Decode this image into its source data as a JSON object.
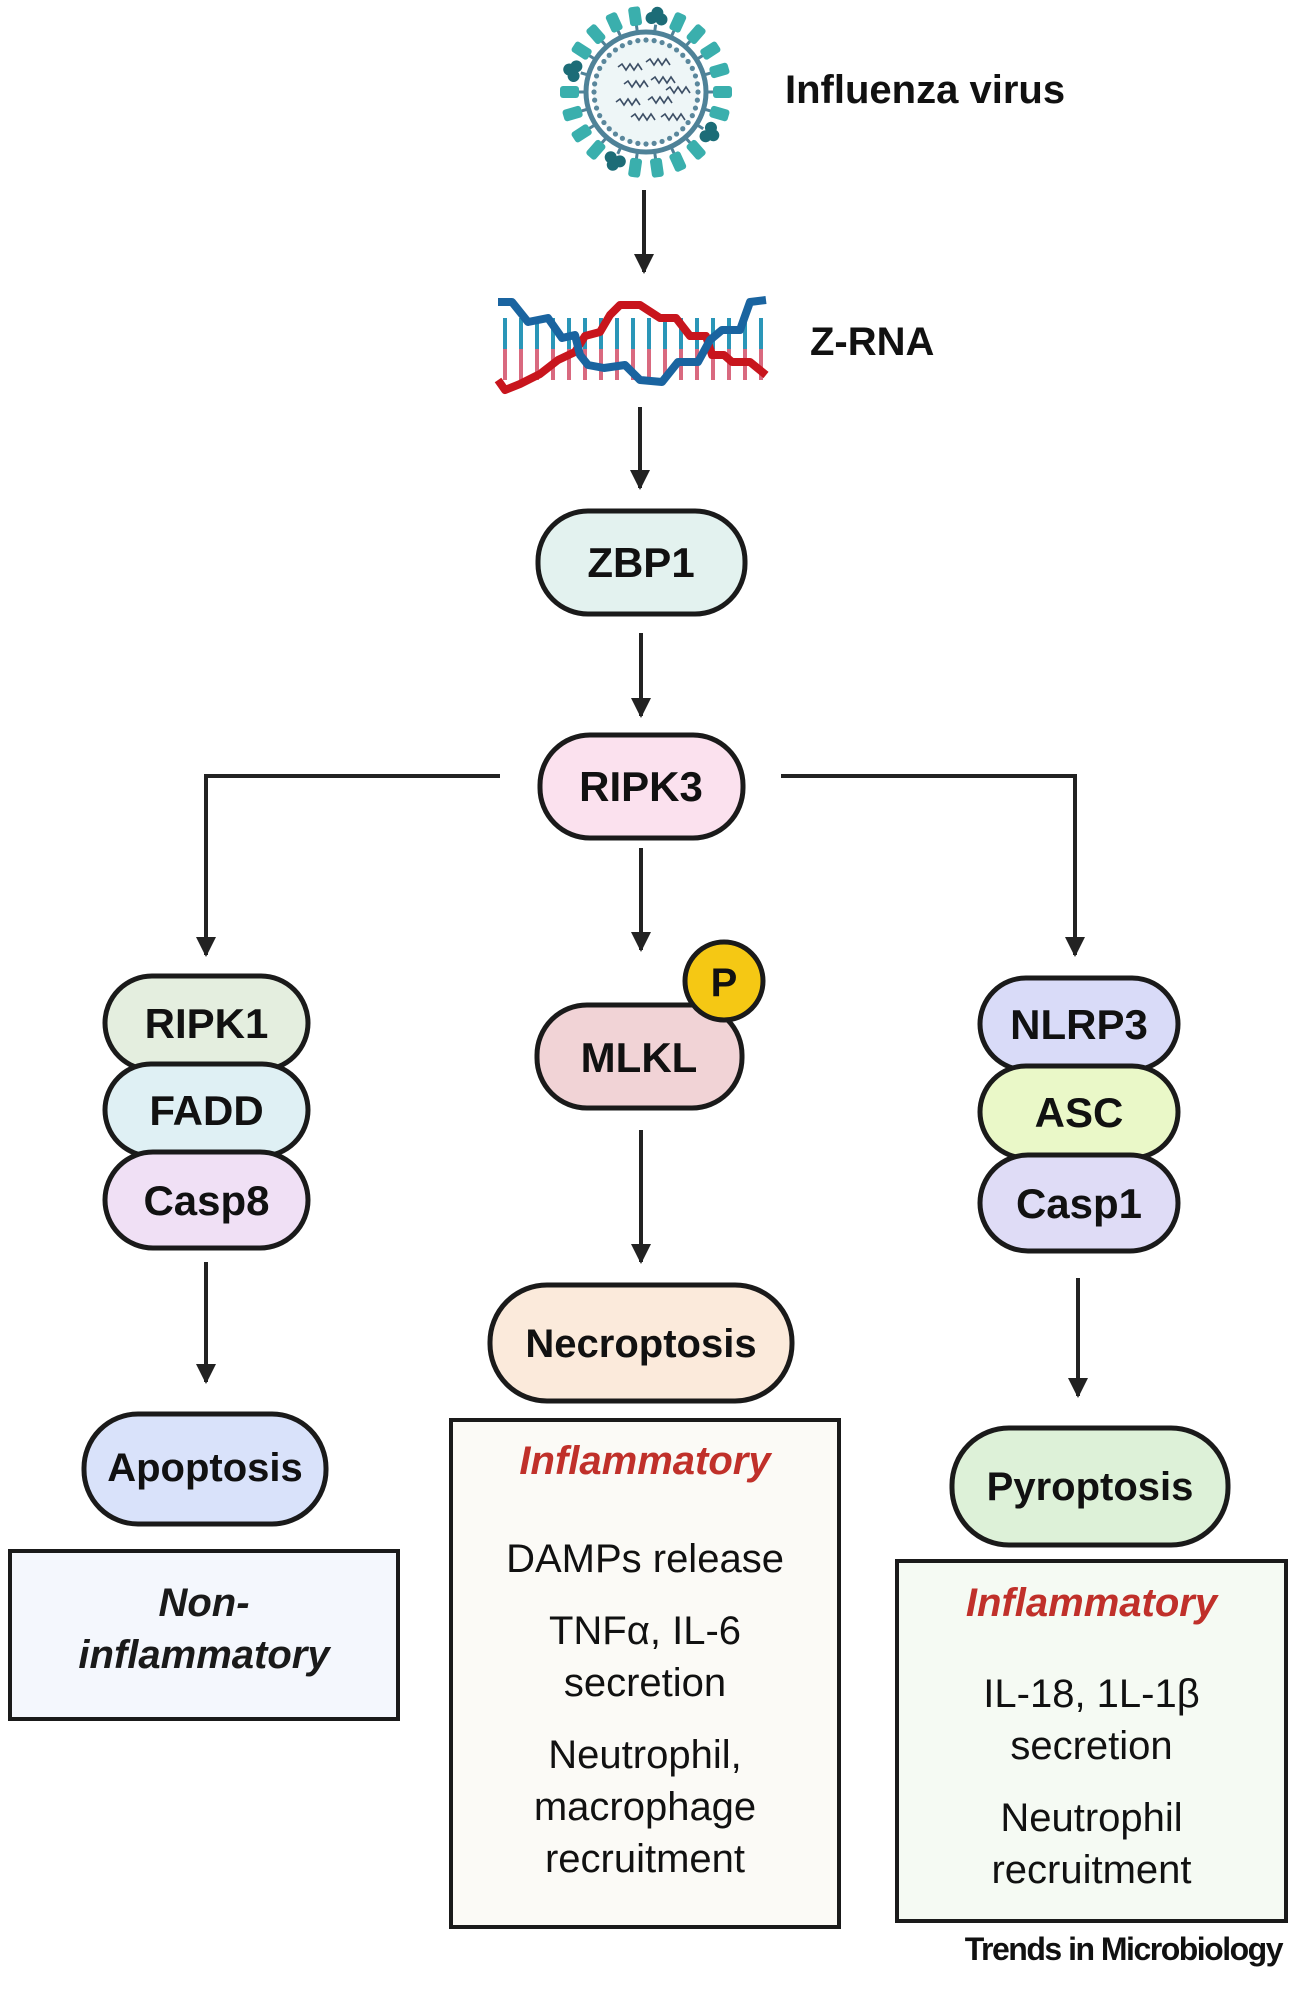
{
  "figure": {
    "source_credit": "Trends in Microbiology",
    "colors": {
      "stroke": "#1a1a1a",
      "arrow": "#222222",
      "inflammatory_red": "#c0302a",
      "phospho_yellow": "#f5c814",
      "virus_teal": "#3aafad",
      "virus_dark": "#1c6c77",
      "virus_membrane": "#4f8298",
      "rna_red": "#c8151d",
      "rna_blue": "#1a64a0",
      "rna_pink": "#d9697f",
      "rna_cyan": "#2a96b8"
    }
  },
  "top": {
    "virus": {
      "icon": "influenza-virus-icon",
      "label": "Influenza virus"
    },
    "zrna": {
      "icon": "z-rna-helix-icon",
      "label": "Z-RNA"
    }
  },
  "nodes": {
    "zbp1": {
      "label": "ZBP1",
      "fill": "#e3f2ef"
    },
    "ripk3": {
      "label": "RIPK3",
      "fill": "#fbe1ee"
    }
  },
  "branches": {
    "left": {
      "complex": [
        {
          "label": "RIPK1",
          "fill": "#e4eedf"
        },
        {
          "label": "FADD",
          "fill": "#dff0f4"
        },
        {
          "label": "Casp8",
          "fill": "#f0e0f5"
        }
      ],
      "outcome": {
        "label": "Apoptosis",
        "fill": "#d9e2fa"
      },
      "effects_box": {
        "fill": "#f4f7fd",
        "heading_lines": [
          "Non-",
          "inflammatory"
        ],
        "heading_color": "#1a1a1a",
        "items": []
      }
    },
    "middle": {
      "complex": [
        {
          "label": "MLKL",
          "fill": "#f1d3d6"
        }
      ],
      "phospho_badge": {
        "label": "P",
        "icon": "phosphate-badge-icon"
      },
      "outcome": {
        "label": "Necroptosis",
        "fill": "#fbeadb"
      },
      "effects_box": {
        "fill": "#fbfaf6",
        "heading_lines": [
          "Inflammatory"
        ],
        "heading_color": "#c0302a",
        "items": [
          [
            "DAMPs release"
          ],
          [
            "TNFα, IL-6",
            "secretion"
          ],
          [
            "Neutrophil,",
            "macrophage",
            "recruitment"
          ]
        ]
      }
    },
    "right": {
      "complex": [
        {
          "label": "NLRP3",
          "fill": "#d9dbf8"
        },
        {
          "label": "ASC",
          "fill": "#eaf8c8"
        },
        {
          "label": "Casp1",
          "fill": "#dfdcf6"
        }
      ],
      "outcome": {
        "label": "Pyroptosis",
        "fill": "#ddf1d8"
      },
      "effects_box": {
        "fill": "#f5faf3",
        "heading_lines": [
          "Inflammatory"
        ],
        "heading_color": "#c0302a",
        "items": [
          [
            "IL-18, 1L-1β",
            "secretion"
          ],
          [
            "Neutrophil",
            "recruitment"
          ]
        ]
      }
    }
  }
}
